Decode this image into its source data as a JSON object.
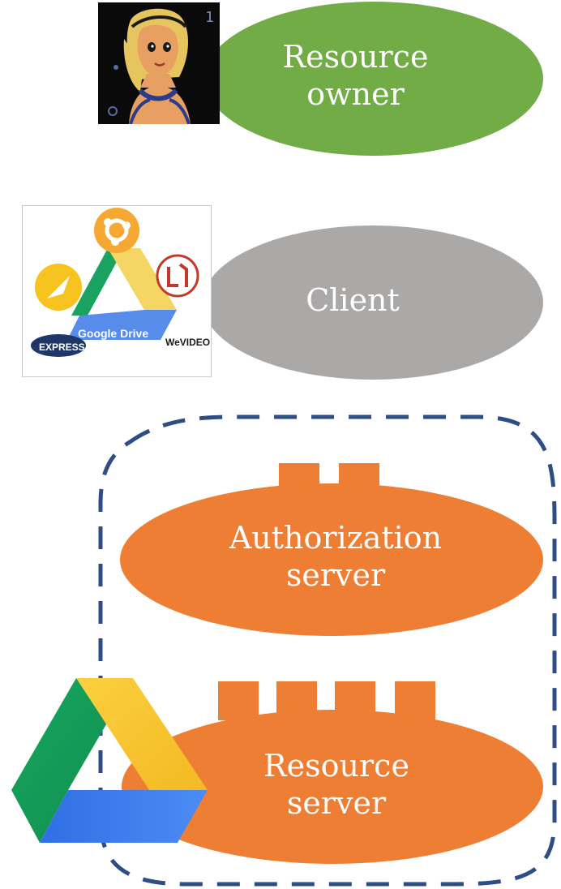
{
  "roles": {
    "resource_owner": {
      "lines": [
        "Resource",
        "owner"
      ],
      "color": "#72ac47"
    },
    "client": {
      "lines": [
        "Client"
      ],
      "color": "#aba9a8"
    },
    "authorization_server": {
      "lines": [
        "Authorization",
        "server"
      ],
      "color": "#ee7e33"
    },
    "resource_server": {
      "lines": [
        "Resource",
        "server"
      ],
      "color": "#ee7e33"
    }
  },
  "client_app_collage": {
    "title": "Google Drive",
    "subtitle": "fb.com/NewTechCrunch",
    "badges": [
      "EXPRESS",
      "WeVIDEO"
    ]
  },
  "colors": {
    "boundary_dash": "#2e4d85",
    "drive_green": "#12a05c",
    "drive_yellow": "#f9c531",
    "drive_blue": "#3f7ef0"
  }
}
